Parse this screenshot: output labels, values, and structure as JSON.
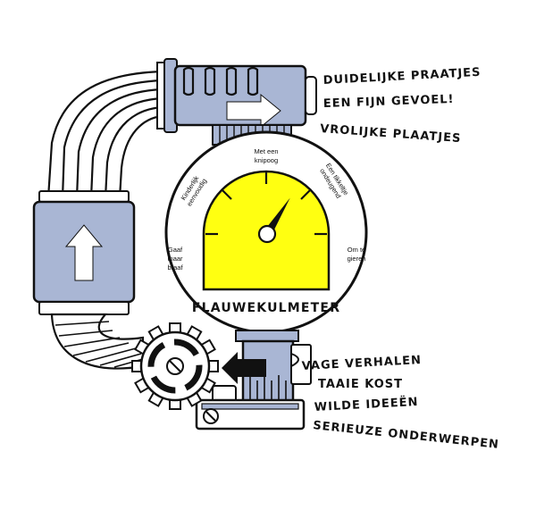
{
  "colors": {
    "pipe": "#a9b6d4",
    "gauge_face": "#ffff11",
    "ink": "#111111",
    "arrow": "#ffffff"
  },
  "labels_out": [
    "DUIDELIJKE PRAATJES",
    "EEN FIJN GEVOEL!",
    "VROLIJKE PLAATJES"
  ],
  "labels_in": [
    "VAGE VERHALEN",
    "TAAIE KOST",
    "WILDE IDEEËN",
    "SERIEUZE ONDERWERPEN"
  ],
  "gauge": {
    "title": "FLAUWEKULMETER",
    "scale": [
      "Gaaf maar braaf",
      "Kinderlijk eenvoudig",
      "Met een knipoog",
      "Een tikkeltje ondeugend",
      "Om te gieren"
    ],
    "needle_level": 0.68
  },
  "icons": [
    "arrow-right-icon",
    "arrow-up-icon",
    "arrow-left-icon",
    "gear-icon",
    "screw-icon"
  ]
}
